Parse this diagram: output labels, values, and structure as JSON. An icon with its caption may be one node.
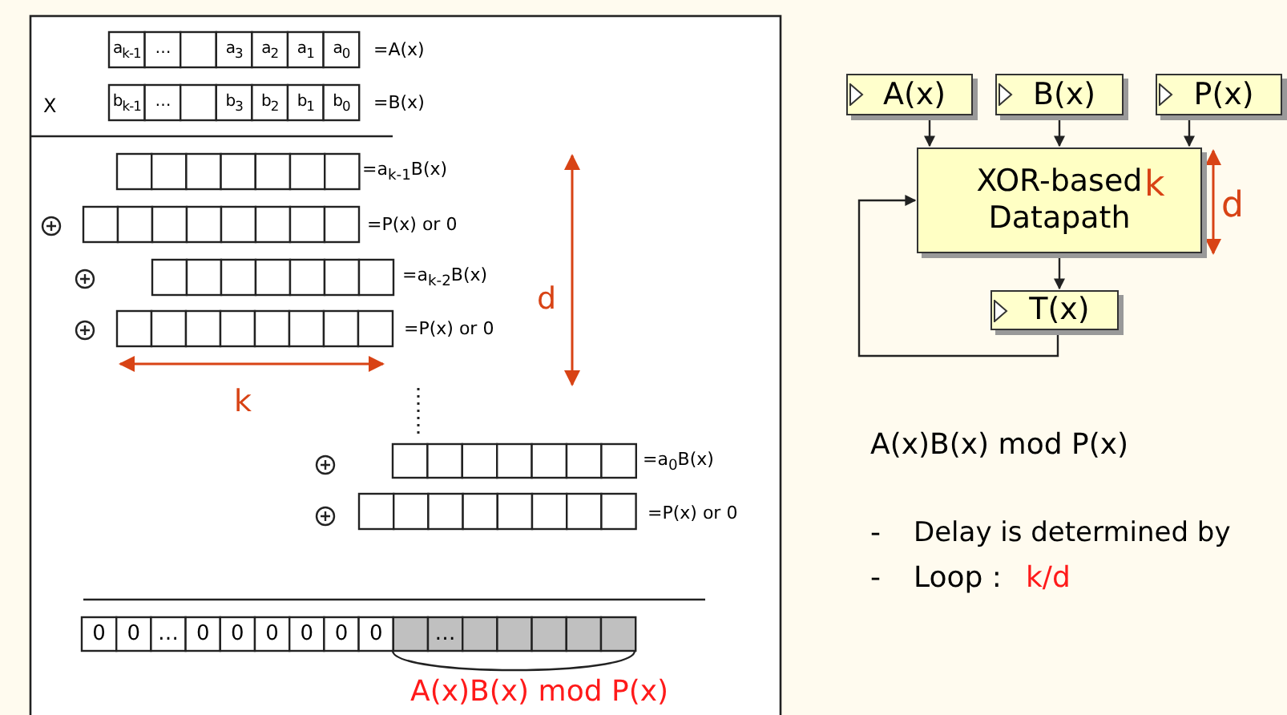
{
  "diagram": {
    "nodes": [
      {
        "text": [
          "A(x)"
        ]
      },
      {
        "text": [
          "B(x)"
        ]
      },
      {
        "text": [
          "P(x)"
        ]
      },
      {
        "text": [
          "XOR-based Datapath"
        ]
      },
      {
        "text": [
          "T(x)"
        ]
      }
    ],
    "edges": [
      {
        "from": 0,
        "to": 3,
        "arrow": "to"
      },
      {
        "from": 1,
        "to": 3,
        "arrow": "to"
      },
      {
        "from": 2,
        "to": 3,
        "arrow": "to"
      },
      {
        "from": 3,
        "to": 4,
        "arrow": "to"
      },
      {
        "from": 4,
        "to": 3,
        "arrow": "to"
      }
    ],
    "labels": [
      "a$_{k-1}$",
      "…",
      "a$_{3}$",
      "a$_{2}$",
      "a$_{1}$",
      "a$_{0}$",
      "=A(x)",
      "X",
      "b$_{k-1}$",
      "…",
      "b$_{3}$",
      "b$_{2}$",
      "b$_{1}$",
      "b$_{0}$",
      "=B(x)",
      "=a$_{k-1}$B(x)",
      "=P(x) or 0",
      "=a$_{k-2}$B(x)",
      "=P(x) or 0",
      "k",
      "d",
      "=a$_{0}$B(x)",
      "=P(x) or 0",
      "0",
      "0",
      "…",
      "0",
      "0",
      "0",
      "0",
      "0",
      "0",
      "…",
      "A(x)B(x) mod P(x)",
      "k",
      "d",
      "A(x)B(x) mod P(x)",
      "-",
      "Delay is determined by",
      "-",
      "Loop :",
      "k/d"
    ]
  }
}
